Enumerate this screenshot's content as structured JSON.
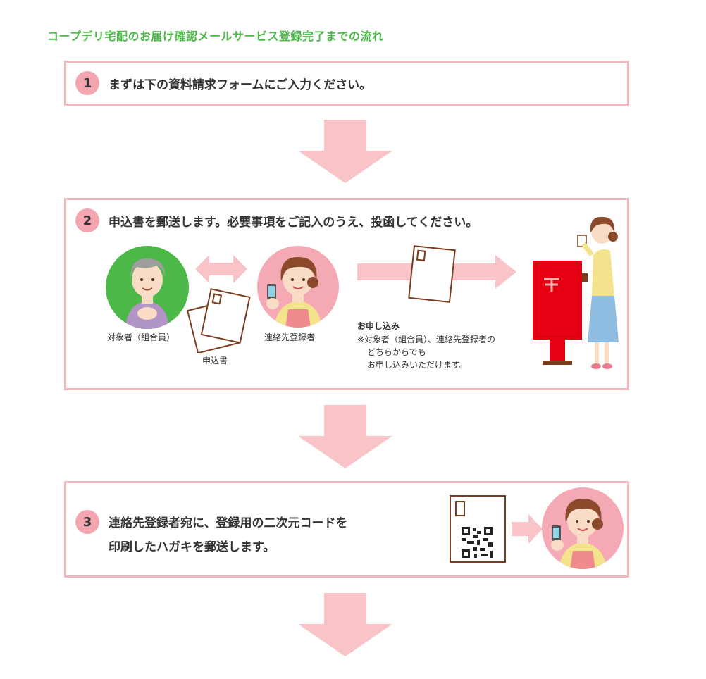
{
  "title": "コープデリ宅配のお届け確認メールサービス登録完了までの流れ",
  "colors": {
    "title_green": "#4cb848",
    "box_border": "#f4b7bd",
    "arrow_pink": "#f9c4c7",
    "badge_pink": "#f3a6b0",
    "circle_green": "#4cb848",
    "circle_pink": "#f5a9b5",
    "mailbox_red": "#e60012",
    "envelope_brown": "#7a3e1e"
  },
  "steps": [
    {
      "number": "1",
      "text": "まずは下の資料請求フォームにご入力ください。"
    },
    {
      "number": "2",
      "text": "申込書を郵送します。必要事項をご記入のうえ、投函してください。",
      "labels": {
        "member": "対象者（組合員）",
        "form": "申込書",
        "contact": "連絡先登録者"
      },
      "note": {
        "title": "お申し込み",
        "lines": [
          "※対象者（組合員）、連絡先登録者の",
          "どちらからでも",
          "お申し込みいただけます。"
        ]
      }
    },
    {
      "number": "3",
      "text_line1": "連絡先登録者宛に、登録用の二次元コードを",
      "text_line2": "印刷したハガキを郵送します。"
    }
  ],
  "icons": {
    "down_arrow": "down-arrow-icon",
    "double_arrow": "left-right-arrow-icon",
    "right_arrow": "right-arrow-icon",
    "envelope": "envelope-icon",
    "mailbox": "mailbox-icon",
    "qr": "qr-code-icon"
  }
}
